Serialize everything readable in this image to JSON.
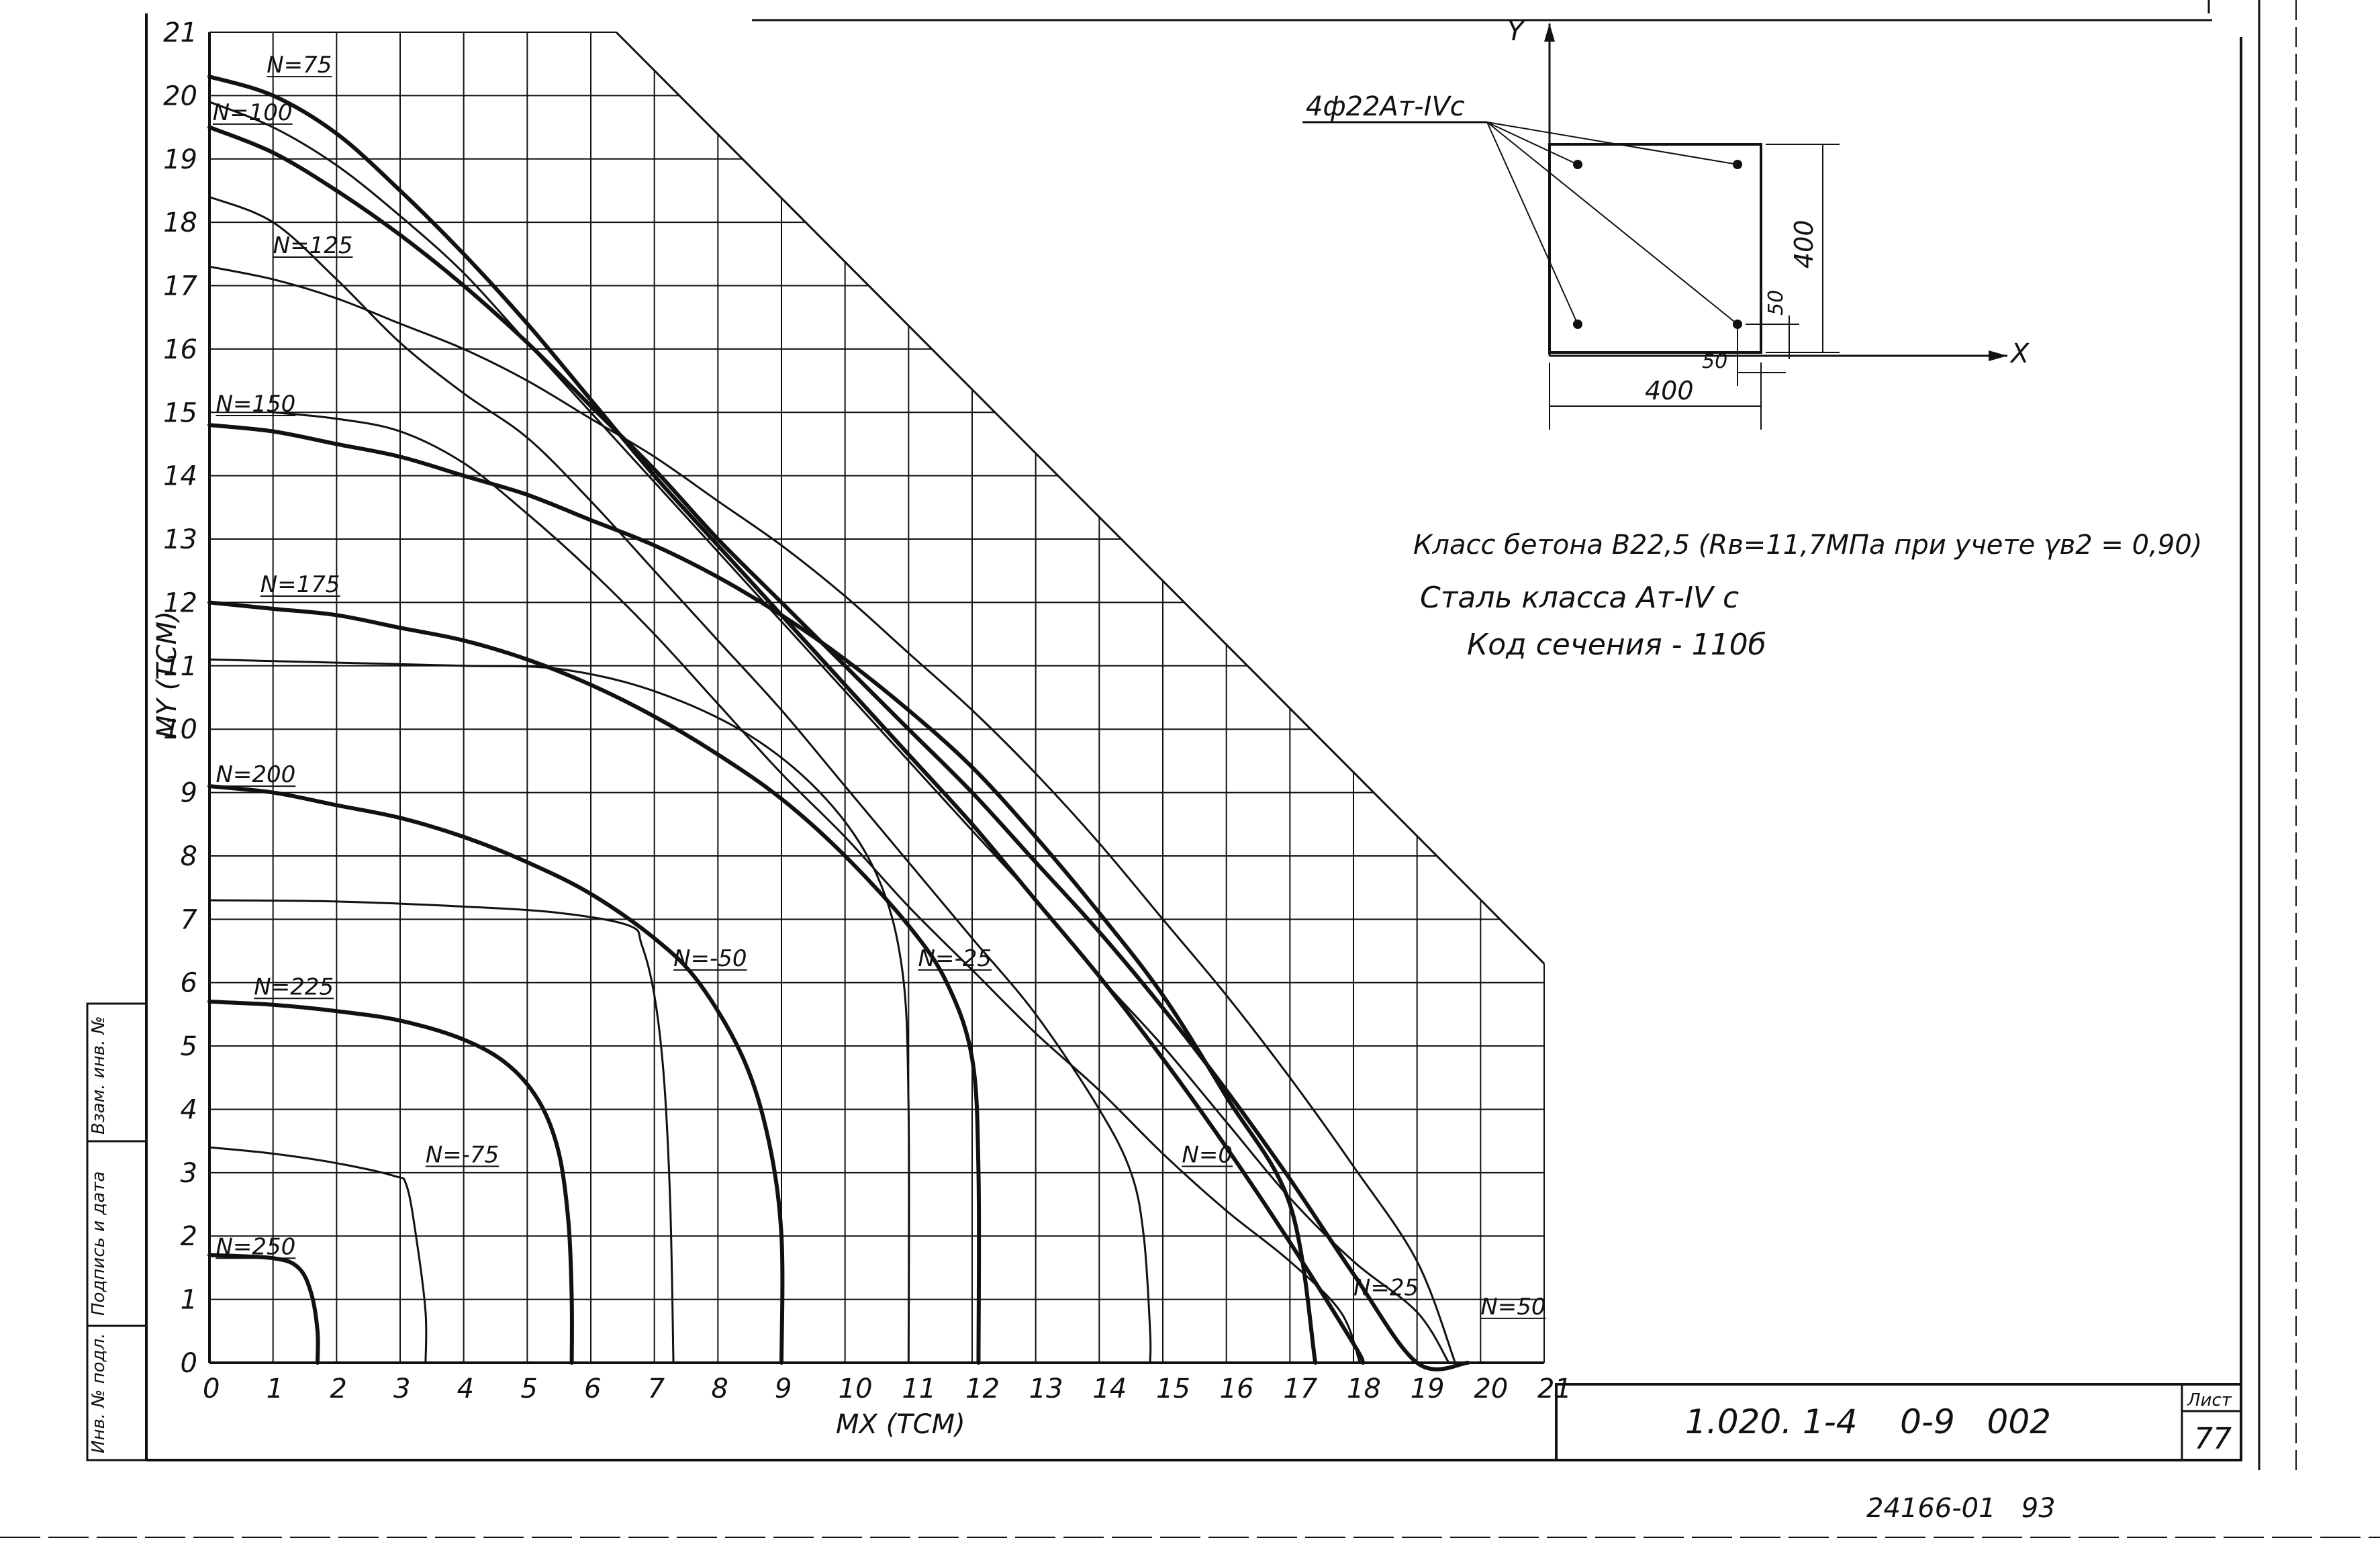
{
  "chart_data": {
    "type": "line",
    "xlabel": "MX (ТСМ)",
    "ylabel": "MY (ТСМ)",
    "xlim": [
      0,
      21
    ],
    "ylim": [
      0,
      21
    ],
    "x_ticks": [
      "0",
      "1",
      "2",
      "3",
      "4",
      "5",
      "6",
      "7",
      "8",
      "9",
      "10",
      "11",
      "12",
      "13",
      "14",
      "15",
      "16",
      "17",
      "18",
      "19",
      "20",
      "21"
    ],
    "y_ticks": [
      "0",
      "1",
      "2",
      "3",
      "4",
      "5",
      "6",
      "7",
      "8",
      "9",
      "10",
      "11",
      "12",
      "13",
      "14",
      "15",
      "16",
      "17",
      "18",
      "19",
      "20",
      "21"
    ],
    "grid": true,
    "boundary": [
      [
        6.4,
        21
      ],
      [
        21,
        6.3
      ]
    ],
    "series": [
      {
        "name": "N=75",
        "heavy": true,
        "points": [
          [
            0,
            20.3
          ],
          [
            1,
            20.0
          ],
          [
            2,
            19.4
          ],
          [
            3,
            18.5
          ],
          [
            4,
            17.5
          ],
          [
            5,
            16.4
          ],
          [
            6,
            15.2
          ],
          [
            7,
            14.0
          ],
          [
            8,
            12.9
          ],
          [
            9,
            11.8
          ],
          [
            10,
            10.7
          ],
          [
            11,
            9.6
          ],
          [
            12,
            8.5
          ],
          [
            13,
            7.3
          ],
          [
            14,
            6.1
          ],
          [
            15,
            4.8
          ],
          [
            16,
            3.4
          ],
          [
            17,
            1.9
          ],
          [
            18,
            0.3
          ],
          [
            18.15,
            0
          ]
        ]
      },
      {
        "name": "N=100",
        "heavy": true,
        "points": [
          [
            0,
            19.5
          ],
          [
            1,
            19.1
          ],
          [
            2,
            18.5
          ],
          [
            3,
            17.8
          ],
          [
            4,
            17.0
          ],
          [
            5,
            16.1
          ],
          [
            6,
            15.1
          ],
          [
            7,
            14.1
          ],
          [
            8,
            13.0
          ],
          [
            9,
            12.0
          ],
          [
            10,
            11.0
          ],
          [
            11,
            10.0
          ],
          [
            12,
            9.0
          ],
          [
            13,
            7.9
          ],
          [
            14,
            6.8
          ],
          [
            15,
            5.6
          ],
          [
            16,
            4.3
          ],
          [
            17,
            2.9
          ],
          [
            18,
            1.4
          ],
          [
            19,
            0
          ],
          [
            19.8,
            0
          ]
        ]
      },
      {
        "name": "N=125",
        "heavy": false,
        "points": [
          [
            0,
            17.3
          ],
          [
            1,
            17.1
          ],
          [
            2,
            16.8
          ],
          [
            3,
            16.4
          ],
          [
            4,
            16.0
          ],
          [
            5,
            15.5
          ],
          [
            6,
            14.9
          ],
          [
            7,
            14.3
          ],
          [
            8,
            13.6
          ],
          [
            9,
            12.9
          ],
          [
            10,
            12.1
          ],
          [
            11,
            11.2
          ],
          [
            12,
            10.3
          ],
          [
            13,
            9.3
          ],
          [
            14,
            8.2
          ],
          [
            15,
            7.0
          ],
          [
            16,
            5.8
          ],
          [
            17,
            4.5
          ],
          [
            18,
            3.1
          ],
          [
            19,
            1.6
          ],
          [
            19.6,
            0
          ]
        ]
      },
      {
        "name": "N=150",
        "heavy": true,
        "points": [
          [
            0,
            14.8
          ],
          [
            1,
            14.7
          ],
          [
            2,
            14.5
          ],
          [
            3,
            14.3
          ],
          [
            4,
            14.0
          ],
          [
            5,
            13.7
          ],
          [
            6,
            13.3
          ],
          [
            7,
            12.9
          ],
          [
            8,
            12.4
          ],
          [
            9,
            11.8
          ],
          [
            10,
            11.1
          ],
          [
            11,
            10.3
          ],
          [
            12,
            9.4
          ],
          [
            13,
            8.3
          ],
          [
            14,
            7.1
          ],
          [
            15,
            5.8
          ],
          [
            16,
            4.2
          ],
          [
            17,
            2.5
          ],
          [
            17.4,
            0
          ]
        ]
      },
      {
        "name": "N=175",
        "heavy": true,
        "points": [
          [
            0,
            12.0
          ],
          [
            1,
            11.9
          ],
          [
            2,
            11.8
          ],
          [
            3,
            11.6
          ],
          [
            4,
            11.4
          ],
          [
            5,
            11.1
          ],
          [
            6,
            10.7
          ],
          [
            7,
            10.2
          ],
          [
            8,
            9.6
          ],
          [
            9,
            8.9
          ],
          [
            10,
            8.0
          ],
          [
            11,
            6.9
          ],
          [
            11.6,
            6.0
          ],
          [
            12,
            4.8
          ],
          [
            12.1,
            3.0
          ],
          [
            12.1,
            0
          ]
        ]
      },
      {
        "name": "N=200",
        "heavy": true,
        "points": [
          [
            0,
            9.1
          ],
          [
            1,
            9.0
          ],
          [
            2,
            8.8
          ],
          [
            3,
            8.6
          ],
          [
            4,
            8.3
          ],
          [
            5,
            7.9
          ],
          [
            6,
            7.4
          ],
          [
            7,
            6.7
          ],
          [
            7.7,
            6.0
          ],
          [
            8.4,
            4.8
          ],
          [
            8.8,
            3.5
          ],
          [
            9.0,
            2.0
          ],
          [
            9.0,
            0
          ]
        ]
      },
      {
        "name": "N=225",
        "heavy": true,
        "points": [
          [
            0,
            5.7
          ],
          [
            1,
            5.65
          ],
          [
            2,
            5.55
          ],
          [
            3,
            5.4
          ],
          [
            4,
            5.1
          ],
          [
            4.7,
            4.7
          ],
          [
            5.2,
            4.1
          ],
          [
            5.5,
            3.3
          ],
          [
            5.65,
            2.2
          ],
          [
            5.7,
            1.0
          ],
          [
            5.7,
            0
          ]
        ]
      },
      {
        "name": "N=250",
        "heavy": true,
        "points": [
          [
            0,
            1.7
          ],
          [
            1,
            1.65
          ],
          [
            1.4,
            1.5
          ],
          [
            1.6,
            1.1
          ],
          [
            1.7,
            0.5
          ],
          [
            1.7,
            0
          ]
        ]
      },
      {
        "name": "N=-50",
        "heavy": false,
        "points": [
          [
            0,
            7.3
          ],
          [
            2,
            7.28
          ],
          [
            4,
            7.2
          ],
          [
            5.5,
            7.1
          ],
          [
            6.6,
            6.9
          ],
          [
            6.8,
            6.6
          ],
          [
            7.0,
            5.8
          ],
          [
            7.15,
            4.5
          ],
          [
            7.25,
            2.5
          ],
          [
            7.3,
            0
          ]
        ]
      },
      {
        "name": "N=-75",
        "heavy": false,
        "points": [
          [
            0,
            3.4
          ],
          [
            1,
            3.3
          ],
          [
            2,
            3.15
          ],
          [
            2.9,
            2.95
          ],
          [
            3.1,
            2.8
          ],
          [
            3.25,
            2.0
          ],
          [
            3.4,
            0.8
          ],
          [
            3.4,
            0
          ]
        ]
      },
      {
        "name": "N=-25",
        "heavy": false,
        "points": [
          [
            0,
            11.1
          ],
          [
            2,
            11.05
          ],
          [
            4,
            11.0
          ],
          [
            5.5,
            10.95
          ],
          [
            7,
            10.6
          ],
          [
            8.5,
            9.9
          ],
          [
            9.7,
            8.9
          ],
          [
            10.5,
            7.7
          ],
          [
            10.9,
            6.2
          ],
          [
            11.0,
            4.0
          ],
          [
            11.0,
            0
          ]
        ]
      },
      {
        "name": "N=0",
        "heavy": false,
        "points": [
          [
            0,
            18.4
          ],
          [
            1,
            18.0
          ],
          [
            2,
            17.1
          ],
          [
            3,
            16.1
          ],
          [
            4,
            15.3
          ],
          [
            5,
            14.6
          ],
          [
            6,
            13.6
          ],
          [
            7,
            12.5
          ],
          [
            8,
            11.4
          ],
          [
            9,
            10.3
          ],
          [
            10,
            9.1
          ],
          [
            11,
            7.9
          ],
          [
            12,
            6.7
          ],
          [
            13,
            5.5
          ],
          [
            14,
            4.0
          ],
          [
            14.5,
            3.0
          ],
          [
            14.7,
            2.0
          ],
          [
            14.8,
            0.5
          ],
          [
            14.8,
            0
          ]
        ]
      },
      {
        "name": "N=25",
        "heavy": false,
        "points": [
          [
            1,
            15.0
          ],
          [
            2,
            14.9
          ],
          [
            3,
            14.7
          ],
          [
            4,
            14.2
          ],
          [
            5,
            13.4
          ],
          [
            6,
            12.5
          ],
          [
            7,
            11.5
          ],
          [
            8,
            10.4
          ],
          [
            9,
            9.3
          ],
          [
            10,
            8.3
          ],
          [
            11,
            7.2
          ],
          [
            12,
            6.2
          ],
          [
            13,
            5.2
          ],
          [
            14,
            4.3
          ],
          [
            15,
            3.3
          ],
          [
            16,
            2.4
          ],
          [
            17,
            1.6
          ],
          [
            17.8,
            0.8
          ],
          [
            18.1,
            0
          ]
        ]
      },
      {
        "name": "N=50",
        "heavy": false,
        "points": [
          [
            0,
            19.9
          ],
          [
            1,
            19.5
          ],
          [
            2,
            18.9
          ],
          [
            3,
            18.1
          ],
          [
            4,
            17.2
          ],
          [
            5,
            16.1
          ],
          [
            6,
            15.0
          ],
          [
            7,
            13.9
          ],
          [
            8,
            12.8
          ],
          [
            9,
            11.7
          ],
          [
            10,
            10.6
          ],
          [
            11,
            9.5
          ],
          [
            12,
            8.4
          ],
          [
            13,
            7.3
          ],
          [
            14,
            6.1
          ],
          [
            15,
            5.0
          ],
          [
            16,
            3.8
          ],
          [
            17,
            2.6
          ],
          [
            18,
            1.6
          ],
          [
            19,
            0.8
          ],
          [
            19.5,
            0
          ]
        ]
      }
    ]
  },
  "section_diagram": {
    "axis_y": "Y",
    "axis_x": "X",
    "rebar_label": "4ф22Ат-IVс",
    "dim_width": "400",
    "dim_height": "400",
    "dim_cover_x": "50",
    "dim_cover_y": "50"
  },
  "notes": {
    "line1": "Класс бетона В22,5 (Rв=11,7МПа при учете γв2 = 0,90)",
    "line2": "Сталь класса  Ат-IV с",
    "line3": "Код  сечения - 110б"
  },
  "stamp": {
    "doc_code": "1.020. 1-4    0-9   002",
    "sheet_label": "Лист",
    "sheet_no": "77",
    "bottom_code": "24166-01   93"
  },
  "side_stamp": {
    "cell1": "Инв. № подл.",
    "cell2": "Подпись и дата",
    "cell3": "Взам. инв. №"
  }
}
